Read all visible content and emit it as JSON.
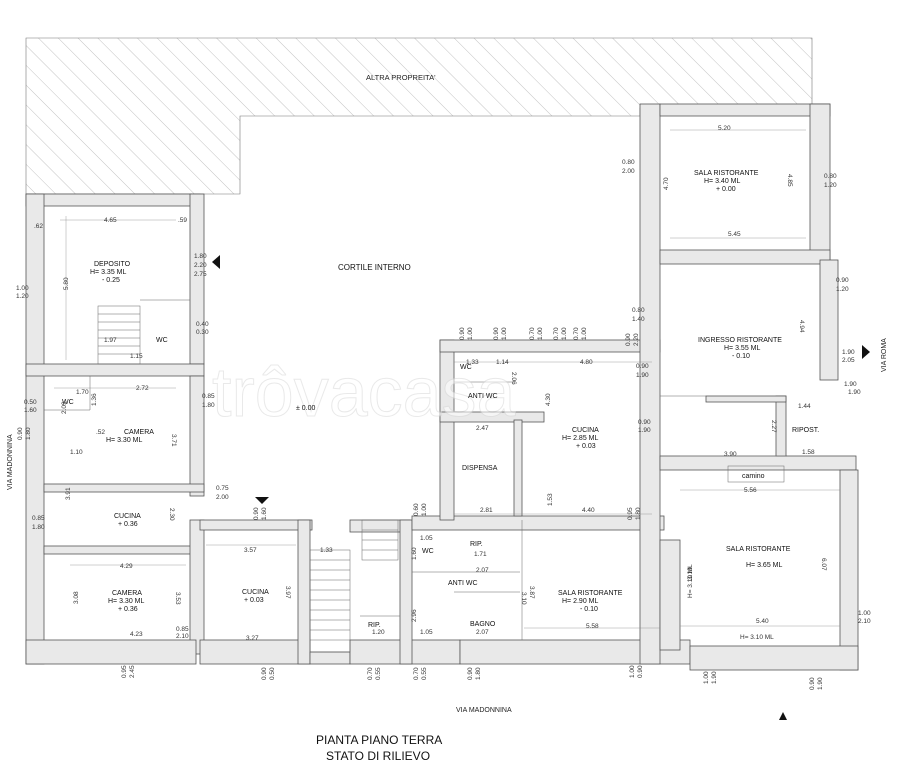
{
  "header": {
    "neighbor": "ALTRA PROPREITA'"
  },
  "streets": {
    "west": "VIA MADONNINA",
    "south": "VIA MADONNINA",
    "east": "VIA ROMA"
  },
  "courtyard": {
    "name": "CORTILE INTERNO",
    "level": "± 0.00"
  },
  "rooms": {
    "deposito": {
      "name": "DEPOSITO",
      "h": "H= 3.35 ML",
      "lvl": "- 0.25"
    },
    "wc1": {
      "name": "WC"
    },
    "wc2": {
      "name": "WC"
    },
    "camera1": {
      "name": "CAMERA",
      "h": "H= 3.30 ML"
    },
    "cucina1": {
      "name": "CUCINA",
      "lvl": "+ 0.36"
    },
    "camera2": {
      "name": "CAMERA",
      "h": "H= 3.30 ML",
      "lvl": "+ 0.36"
    },
    "cucina2": {
      "name": "CUCINA",
      "lvl": "+ 0.03"
    },
    "antiwc1": {
      "name": "ANTI WC"
    },
    "dispensa": {
      "name": "DISPENSA"
    },
    "cucina3": {
      "name": "CUCINA",
      "h": "H= 2.85 ML",
      "lvl": "+ 0.03"
    },
    "sala1": {
      "name": "SALA RISTORANTE",
      "h": "H= 3.40 ML",
      "lvl": "+ 0.00"
    },
    "ingresso": {
      "name": "INGRESSO RISTORANTE",
      "h": "H= 3.55 ML",
      "lvl": "- 0.10"
    },
    "ripost": {
      "name": "RIPOST."
    },
    "camino": {
      "name": "camino"
    },
    "sala2": {
      "name": "SALA RISTORANTE",
      "h": "H= 3.65 ML"
    },
    "sala3": {
      "name": "SALA RISTORANTE",
      "h": "H= 2.90 ML",
      "lvl": "- 0.10"
    },
    "wc3": {
      "name": "WC"
    },
    "rip1": {
      "name": "RIP."
    },
    "antiwc2": {
      "name": "ANTI WC"
    },
    "bagno": {
      "name": "BAGNO"
    },
    "rip2": {
      "name": "RIP."
    },
    "wc4": {
      "name": "WC"
    }
  },
  "dims": {
    "d1": "4.65",
    "d2": ".59",
    "d3": ".62",
    "d4": "5.80",
    "d5": "1.80",
    "d6": "2.20",
    "d7": "2.75",
    "d8": "1.00",
    "d9": "1.20",
    "d10": "1.97",
    "d11": "1.15",
    "d12": "0.40",
    "d13": "0.30",
    "d14": "1.70",
    "d15": "2.72",
    "d16": "0.50",
    "d17": "1.60",
    "d18": "2.09",
    "d19": "1.36",
    "d20": "0.85",
    "d21": "1.80",
    "d22": "3.71",
    "d23": "1.10",
    "d24": "3.91",
    "d25": "2.30",
    "d26": "0.75",
    "d27": "2.00",
    "d28": "0.85",
    "d29": "1.80",
    "d30": "4.29",
    "d31": "3.08",
    "d32": "3.53",
    "d33": "4.23",
    "d34": "0.85",
    "d35": "2.10",
    "d36": "0.95",
    "d37": "2.45",
    "d38": "3.57",
    "d39": "3.97",
    "d40": "3.27",
    "d41": "0.90",
    "d42": "0.50",
    "d43": "1.33",
    "d44": "0.70",
    "d45": "0.55",
    "d46": "0.70",
    "d47": "0.55",
    "d48": "1.20",
    "d49": "1.14",
    "d50": "2.06",
    "d51": "4.80",
    "d52": "2.47",
    "d53": "4.30",
    "d54": "1.53",
    "d55": "2.81",
    "d56": "4.40",
    "d57": "5.20",
    "d58": "4.70",
    "d59": "4.85",
    "d60": "5.45",
    "d61": "0.80",
    "d62": "2.00",
    "d63": "0.80",
    "d64": "1.20",
    "d65": "0.90",
    "d66": "1.20",
    "d67": "0.80",
    "d68": "1.40",
    "d69": "4.94",
    "d70": "1.90",
    "d71": "2.05",
    "d72": "0.90",
    "d73": "1.90",
    "d74": "1.44",
    "d75": "2.27",
    "d76": "3.90",
    "d77": "1.58",
    "d78": "0.90",
    "d79": "1.90",
    "d80": "5.56",
    "d81": "6.07",
    "d82": "3.10",
    "d83": "5.40",
    "d84": "1.00",
    "d85": "2.10",
    "d86": "H= 3.10 ML",
    "d87": "H= 3.10 ML",
    "d88": "5.58",
    "d89": "1.71",
    "d90": "2.07",
    "d91": "2.07",
    "d92": "3.87",
    "d93": "3.10",
    "d94": "1.05",
    "d95": "1.60",
    "d96": "2.96",
    "d97": "1.05",
    "d98": "0.90",
    "d99": "1.80",
    "d100": "1.00",
    "d101": "1.90",
    "d102": "0.90",
    "d103": "1.90",
    "d104": "0.60",
    "d105": "1.00",
    "d106": "1.33",
    "d107": "0.90",
    "d108": "1.00",
    "d109": "0.90",
    "d110": "1.00",
    "d111": "0.70",
    "d112": "1.00",
    "d113": "0.70",
    "d114": "1.00",
    "d115": "0.70",
    "d116": "1.00",
    "d117": "0.90",
    "d118": "2.20",
    "d119": ".52",
    "d120": "1.90",
    "d121": "1.00",
    "d122": "0.90",
    "d123": "1.90",
    "d124": "0.95",
    "d125": "1.80",
    "d126": "0.90",
    "d127": "1.60",
    "d128": "0.90",
    "d129": "1.80"
  },
  "footer": {
    "line1": "PIANTA PIANO TERRA",
    "line2": "STATO DI RILIEVO"
  },
  "watermark": "trôvacasa",
  "colors": {
    "wall_fill": "#e9e9e9",
    "line": "#555555",
    "hatch": "#9a9a9a"
  }
}
